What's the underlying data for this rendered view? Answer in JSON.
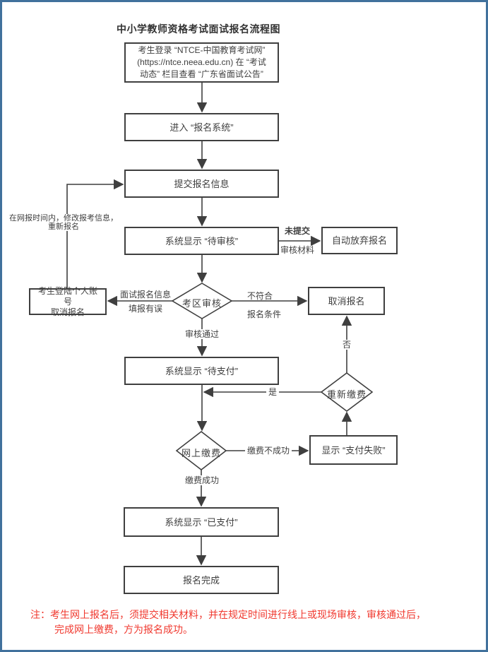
{
  "theme": {
    "border": "#41719c",
    "ink": "#3f3f3f",
    "note": "#f0392f"
  },
  "title": "中小学教师资格考试面试报名流程图",
  "nodes": {
    "login": "考生登录 “NTCE-中国教育考试网”\n(https://ntce.neea.edu.cn) 在 “考试\n动态” 栏目查看 “广东省面试公告”",
    "enter_system": "进入 “报名系统”",
    "submit_info": "提交报名信息",
    "pending_review": "系统显示 “待审核”",
    "auto_abandon": "自动放弃报名",
    "district_review": "考区审核",
    "cancel_registration": "取消报名",
    "account_cancel": "考生登陆个人账号\n取消报名",
    "pending_payment": "系统显示 “待支付”",
    "repay": "重新缴费",
    "online_payment": "网上缴费",
    "payment_failed": "显示 “支付失败”",
    "paid": "系统显示 “已支付”",
    "complete": "报名完成"
  },
  "edges": {
    "not_submitted_top": "未提交",
    "not_submitted_bottom": "审核材料",
    "info_error": "面试报名信息\n填报有误",
    "not_qualified": "不符合\n报名条件",
    "review_passed": "审核通过",
    "no": "否",
    "yes": "是",
    "pay_fail": "缴费不成功",
    "pay_success": "缴费成功",
    "modify_note": "在网报时间内，修改报考信息，\n重新报名"
  },
  "note": "注：考生网上报名后，须提交相关材料，并在规定时间进行线上或现场审核，审核通过后，\n完成网上缴费，方为报名成功。"
}
